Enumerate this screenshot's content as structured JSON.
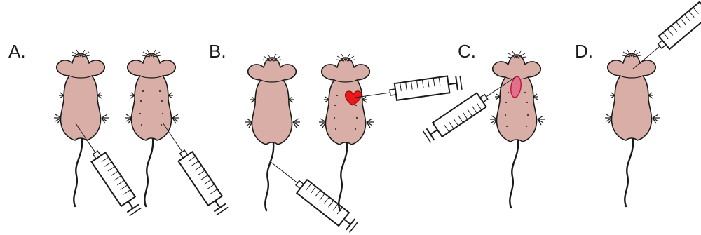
{
  "panels": [
    {
      "label": "A."
    },
    {
      "label": "B."
    },
    {
      "label": "C."
    },
    {
      "label": "D."
    }
  ],
  "colors": {
    "body_fill": "#d8aea6",
    "outline": "#1a1a1a",
    "heart": "#e8191b",
    "organ_fill": "#e0708c",
    "organ_stroke": "#c01040",
    "syringe_fill": "#ffffff"
  }
}
